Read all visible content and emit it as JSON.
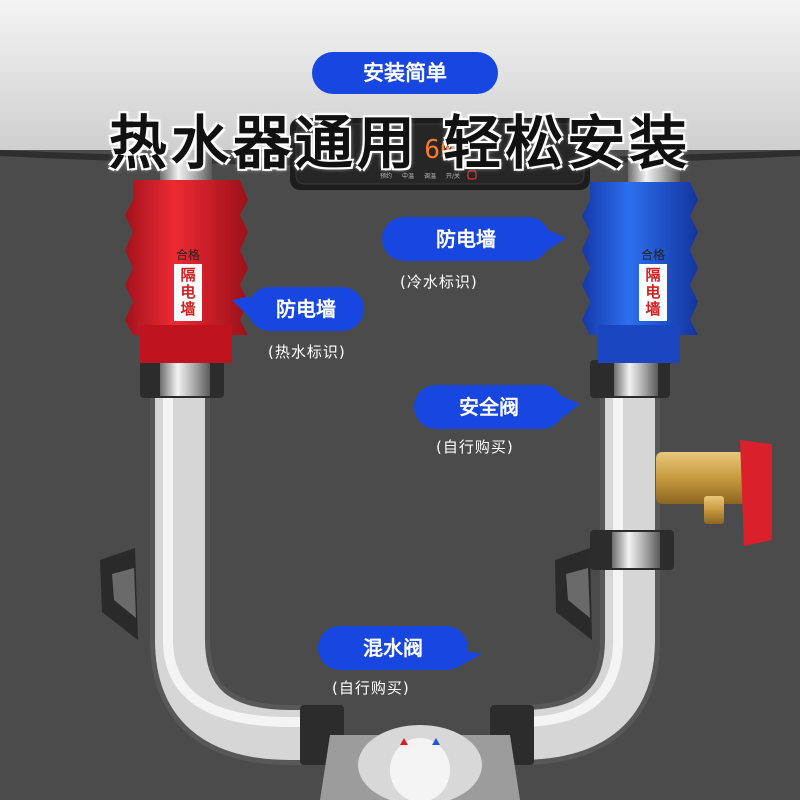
{
  "badge": "安装简单",
  "headline": "热水器通用 轻松安装",
  "heater_display": "60",
  "heater_buttons": [
    "预约",
    "中温",
    "调温",
    "开/关"
  ],
  "hot_valve": {
    "cap_head": "合格",
    "cap_text": "隔电墙",
    "label": "防电墙",
    "sub": "(热水标识)"
  },
  "cold_valve": {
    "cap_head": "合格",
    "cap_text": "隔电墙",
    "label": "防电墙",
    "sub": "(冷水标识)"
  },
  "safety_valve": {
    "label": "安全阀",
    "sub": "(自行购买)"
  },
  "mixing_valve": {
    "label": "混水阀",
    "sub": "(自行购买)"
  },
  "colors": {
    "accent_blue": "#1747e0",
    "hot_red": "#d9202b",
    "cold_blue": "#1f57d6",
    "wall": "#4a4a4a"
  }
}
